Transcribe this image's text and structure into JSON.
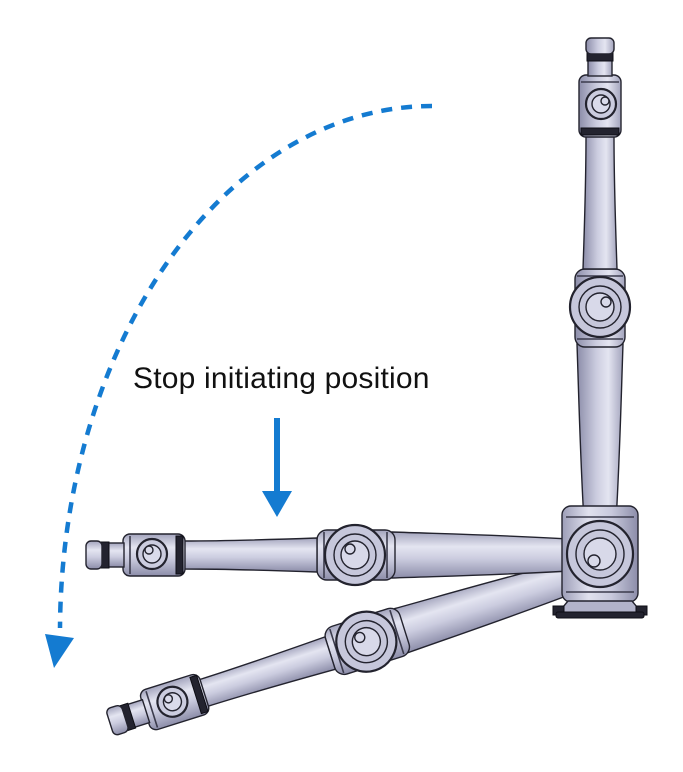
{
  "figure": {
    "annotation": {
      "label": "Stop initiating position"
    },
    "icons": {
      "rotation_arc": "dashed-arc-arrow",
      "pointer": "down-arrow"
    }
  },
  "colors": {
    "accent": "#147bd1",
    "text": "#111111",
    "robot-body": "#c7c8dc",
    "robot-body-dark": "#9193af",
    "robot-body-light": "#ecedf6",
    "robot-outline": "#23232e",
    "background": "#ffffff"
  }
}
